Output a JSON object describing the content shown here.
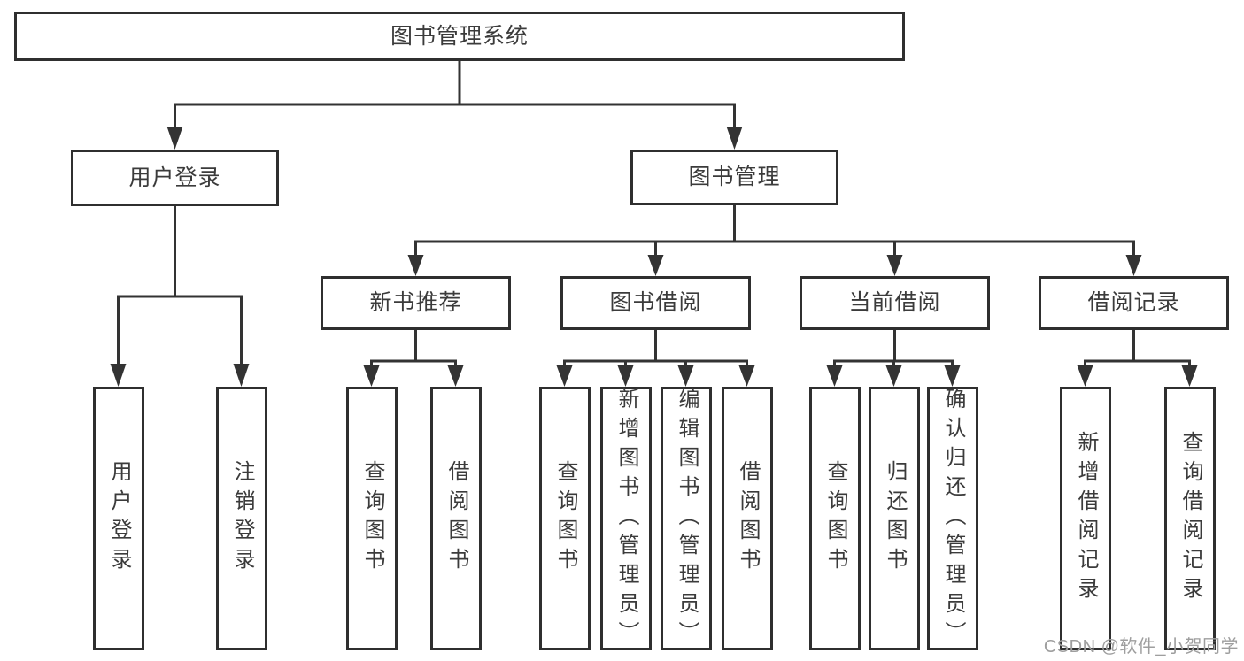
{
  "diagram_title": "图书管理系统",
  "nodes": {
    "root": {
      "label": "图书管理系统"
    },
    "level2": [
      {
        "label": "用户登录"
      },
      {
        "label": "图书管理"
      }
    ],
    "level3": [
      {
        "label": "新书推荐",
        "parent": "图书管理"
      },
      {
        "label": "图书借阅",
        "parent": "图书管理"
      },
      {
        "label": "当前借阅",
        "parent": "图书管理"
      },
      {
        "label": "借阅记录",
        "parent": "图书管理"
      }
    ],
    "leaves": [
      {
        "label": "用户登录",
        "parent": "用户登录"
      },
      {
        "label": "注销登录",
        "parent": "用户登录"
      },
      {
        "label": "查询图书",
        "parent": "新书推荐"
      },
      {
        "label": "借阅图书",
        "parent": "新书推荐"
      },
      {
        "label": "查询图书",
        "parent": "图书借阅"
      },
      {
        "label": "新增图书（管理员）",
        "parent": "图书借阅"
      },
      {
        "label": "编辑图书（管理员）",
        "parent": "图书借阅"
      },
      {
        "label": "借阅图书",
        "parent": "图书借阅"
      },
      {
        "label": "查询图书",
        "parent": "当前借阅"
      },
      {
        "label": "归还图书",
        "parent": "当前借阅"
      },
      {
        "label": "确认归还（管理员）",
        "parent": "当前借阅"
      },
      {
        "label": "新增借阅记录",
        "parent": "借阅记录"
      },
      {
        "label": "查询借阅记录",
        "parent": "借阅记录"
      }
    ]
  },
  "watermark": "CSDN @软件_小贺同学",
  "colors": {
    "line": "#333333",
    "box_border": "#2f2f2f",
    "text": "#3b3b3b",
    "watermark": "#9e9e9e",
    "background": "#ffffff"
  }
}
